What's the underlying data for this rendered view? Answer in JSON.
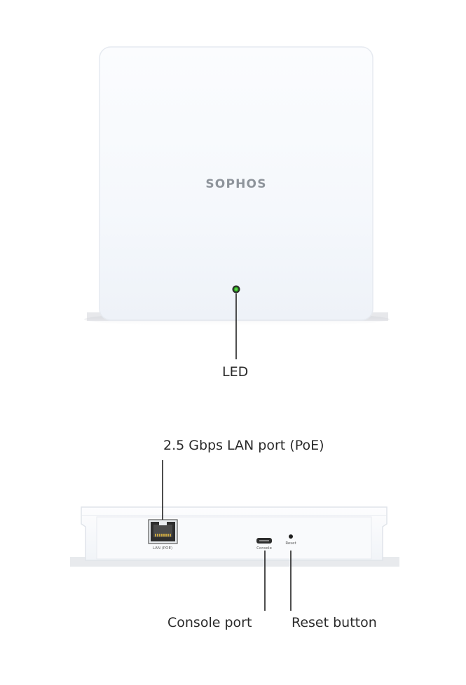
{
  "front_view": {
    "brand_logo": "SOPHOS",
    "led_label": "LED",
    "led_color": "#3cbf2a"
  },
  "rear_view": {
    "lan_port_callout": "2.5 Gbps LAN port (PoE)",
    "lan_port_silkscreen": "LAN (POE)",
    "console_port_silkscreen": "Console",
    "reset_silkscreen": "Reset",
    "console_port_callout": "Console port",
    "reset_button_callout": "Reset button"
  },
  "colors": {
    "device_body": "#f7f9fc",
    "device_edge": "#e3e7ee",
    "logo": "#8e949b",
    "leader_line": "#222222",
    "label_text": "#2a2a2a"
  }
}
